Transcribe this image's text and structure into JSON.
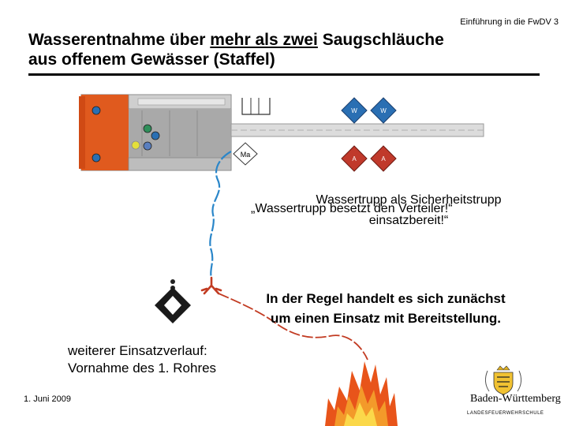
{
  "header": {
    "reference": "Einführung in die FwDV 3",
    "title_pre": "Wasserentnahme über ",
    "title_underlined": "mehr als zwei",
    "title_post": " Saugschläuche",
    "title_line2": "aus offenem Gewässer (Staffel)"
  },
  "diagram": {
    "labels": {
      "ma": "Ma",
      "w1": "W",
      "w2": "W",
      "a1": "A",
      "a2": "A"
    },
    "colors": {
      "vehicle_body": "#e05a1e",
      "vehicle_gray": "#b9b9b9",
      "hose_blue": "#2a86c9",
      "hose_red": "#c23b22",
      "marker_blue": "#2a6fb3",
      "marker_red": "#c0392b",
      "fire": "#e8541a"
    },
    "icons": [
      "vehicle-icon",
      "distributor-icon",
      "intake-strainer-icon",
      "fire-icon",
      "coat-of-arms-icon"
    ]
  },
  "notes": {
    "overlap_a": "„Wassertrupp besetzt den Verteiler!“",
    "overlap_b_line1": "Wassertrupp als Sicherheitstrupp",
    "overlap_b_line2": "einsatzbereit!“",
    "regel_line1": "In der Regel handelt es sich zunächst",
    "regel_line2": "um einen Einsatz mit Bereitstellung.",
    "next_line1": "weiterer Einsatzverlauf:",
    "next_line2": "Vornahme des 1. Rohres"
  },
  "footer": {
    "date": "1. Juni 2009",
    "logo_name": "Baden-Württemberg",
    "logo_sub": "LANDESFEUERWEHRSCHULE"
  }
}
